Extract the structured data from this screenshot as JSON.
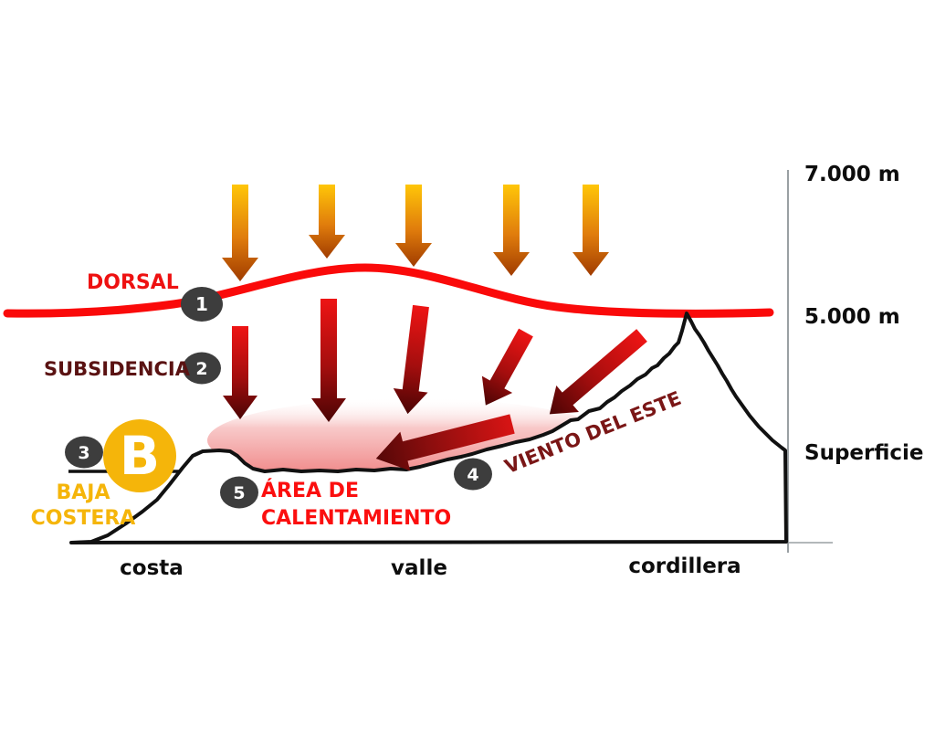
{
  "labels": {
    "dorsal": "DORSAL",
    "subsidencia": "SUBSIDENCIA",
    "baja_line1": "BAJA",
    "baja_line2": "COSTERA",
    "area_line1": "ÁREA DE",
    "area_line2": "CALENTAMIENTO",
    "viento": "VIENTO DEL ESTE",
    "pressure_symbol": "B"
  },
  "markers": {
    "m1": "1",
    "m2": "2",
    "m3": "3",
    "m4": "4",
    "m5": "5"
  },
  "scale": {
    "alt_7000": "7.000 m",
    "alt_5000": "5.000 m",
    "surface": "Superficie"
  },
  "terrain": {
    "costa": "costa",
    "valle": "valle",
    "cordillera": "cordillera"
  },
  "colors": {
    "dorsal_red": "#ee1111",
    "curve_red": "#fa0a0a",
    "dark_red_label": "#5a1212",
    "heat_red": "#fb0f0f",
    "wind_maroon": "#7a1616",
    "amber": "#f5b50a",
    "marker_gray": "#3d3d3d",
    "text_black": "#0d0d0d",
    "axis_gray": "#9aa0a3"
  }
}
